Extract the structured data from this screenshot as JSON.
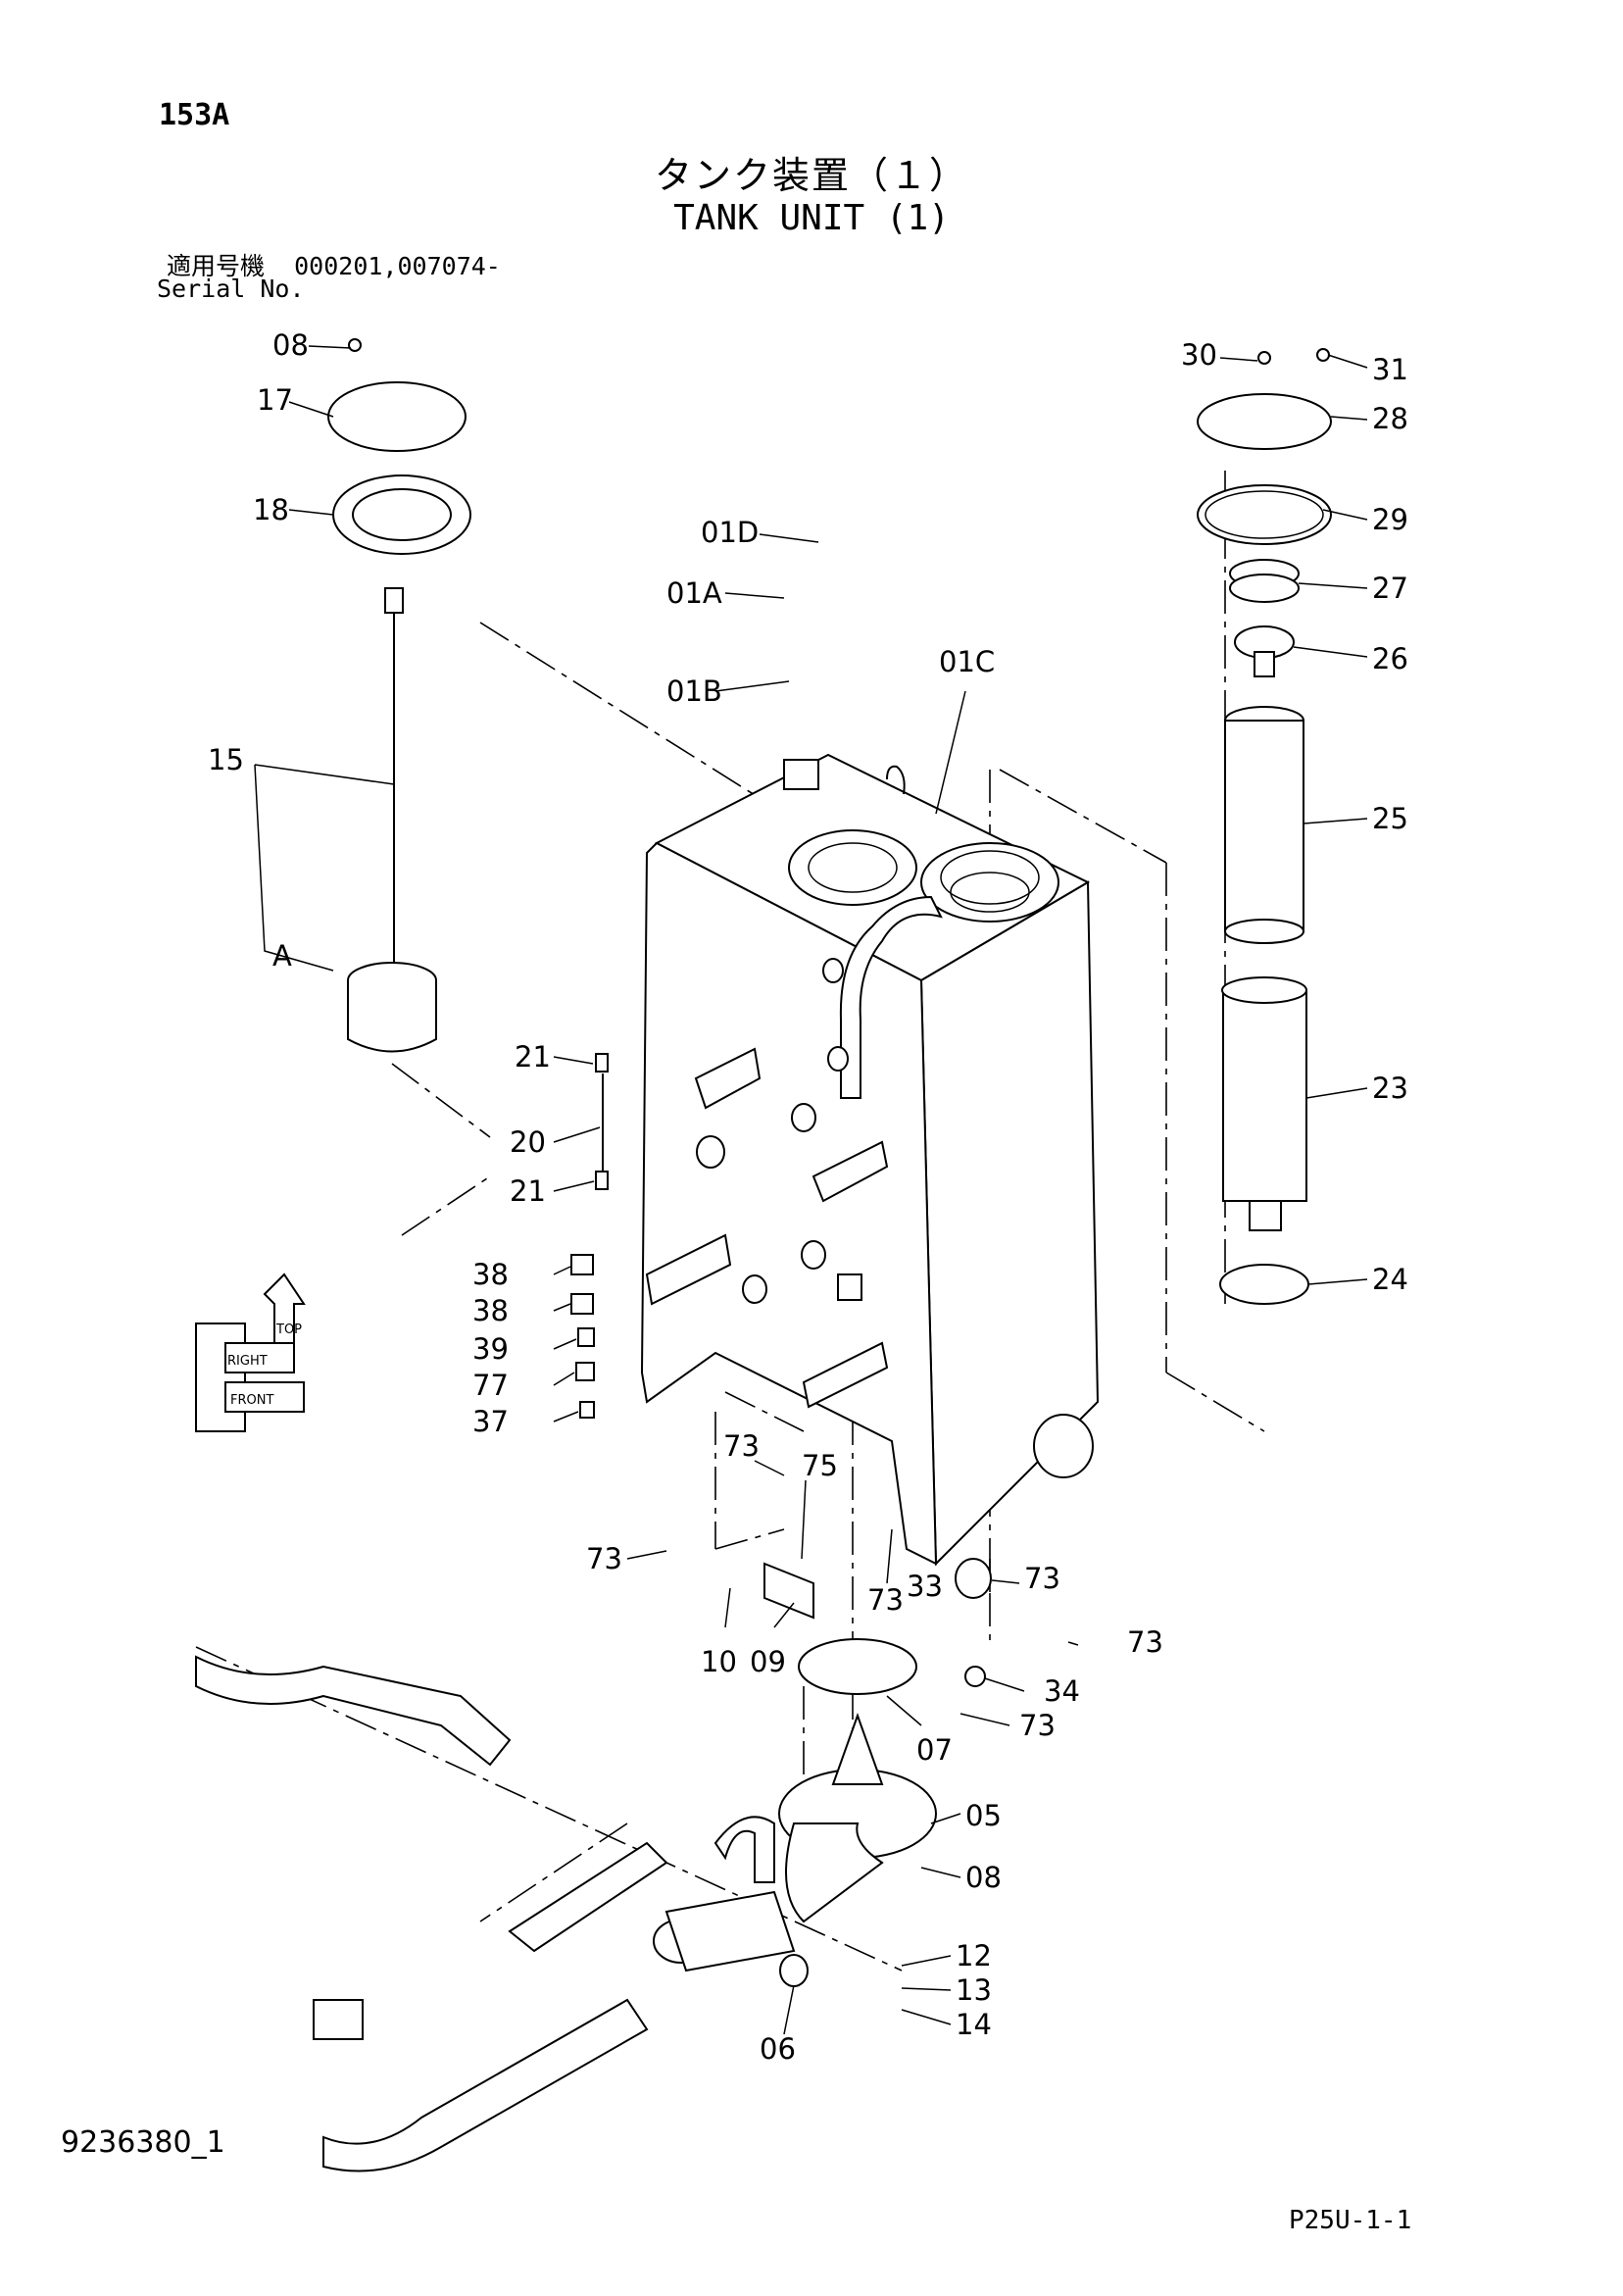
{
  "header": {
    "page_code": "153A",
    "title_jp": "タンク装置（１）",
    "title_en": "TANK UNIT (1)",
    "serial_label_jp": "適用号機",
    "serial_values": "000201,007074-",
    "serial_label_en": "Serial No."
  },
  "callouts": {
    "c08a": "08",
    "c17": "17",
    "c18": "18",
    "c15": "15",
    "cA": "A",
    "c01D": "01D",
    "c01A": "01A",
    "c01B": "01B",
    "c01C": "01C",
    "c30": "30",
    "c31": "31",
    "c28": "28",
    "c29": "29",
    "c27": "27",
    "c26": "26",
    "c25": "25",
    "c23": "23",
    "c24": "24",
    "c21a": "21",
    "c20": "20",
    "c21b": "21",
    "c38a": "38",
    "c38b": "38",
    "c39": "39",
    "c77": "77",
    "c37": "37",
    "c73a": "73",
    "c75": "75",
    "c73b": "73",
    "c73c": "73",
    "c33": "33",
    "c73d": "73",
    "c73e": "73",
    "c10": "10",
    "c09": "09",
    "c34": "34",
    "c73f": "73",
    "c07": "07",
    "c05": "05",
    "c08b": "08",
    "c12": "12",
    "c13": "13",
    "c14": "14",
    "c06": "06"
  },
  "orientation_badge": {
    "labels": [
      "RIGHT",
      "TOP",
      "FRONT"
    ]
  },
  "footer": {
    "drawing_number": "9236380_1",
    "sheet_code": "P25U-1-1"
  }
}
